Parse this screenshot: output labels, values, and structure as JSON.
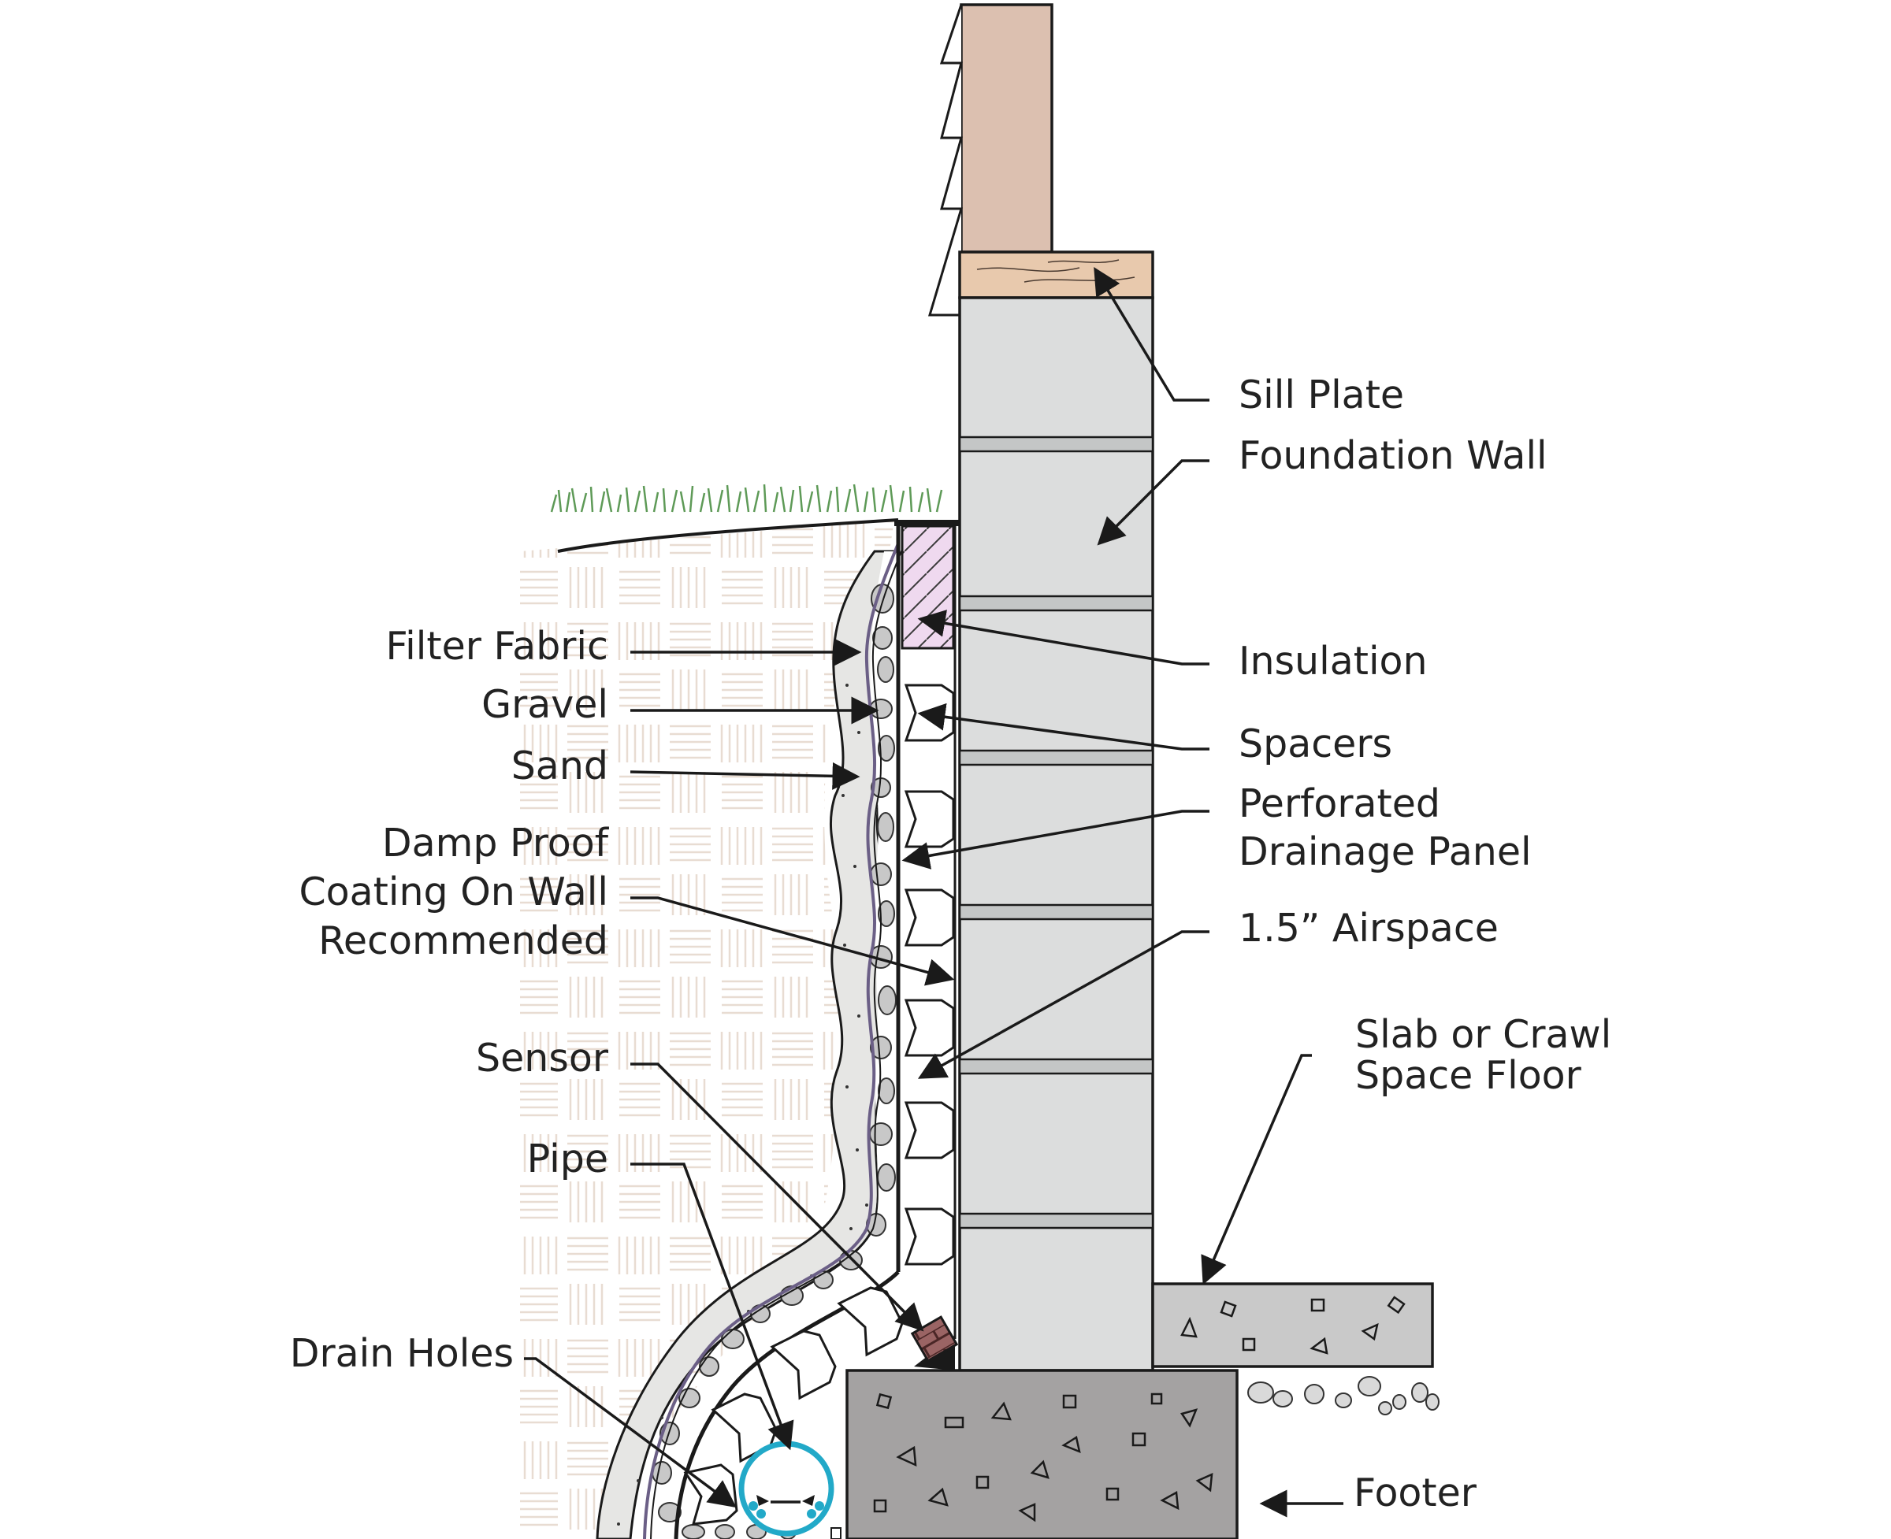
{
  "labels": {
    "sill_plate": "Sill Plate",
    "foundation_wall": "Foundation Wall",
    "filter_fabric": "Filter Fabric",
    "gravel": "Gravel",
    "sand": "Sand",
    "insulation": "Insulation",
    "spacers": "Spacers",
    "perforated_line1": "Perforated",
    "perforated_line2": "Drainage Panel",
    "damp_line1": "Damp Proof",
    "damp_line2": "Coating On Wall",
    "damp_line3": "Recommended",
    "airspace": "1.5” Airspace",
    "slab_line1": "Slab or Crawl",
    "slab_line2": "Space Floor",
    "sensor": "Sensor",
    "pipe": "Pipe",
    "drain_holes": "Drain Holes",
    "footer": "Footer"
  },
  "colors": {
    "framing_wood": "#dcc0b0",
    "sill_wood": "#e8c9ad",
    "concrete_block": "#dcdddd",
    "slab": "#c9c9c9",
    "footer_concrete": "#a4a2a2",
    "insulation_fill": "#efd9ef",
    "grass": "#5e9a57",
    "soil_pattern": "#e8dcd2",
    "sand_fill": "#e6e6e4",
    "pipe_stroke": "#22a9c8",
    "sensor_fill": "#8c4a4a",
    "filter_fabric": "#6b5f86"
  }
}
